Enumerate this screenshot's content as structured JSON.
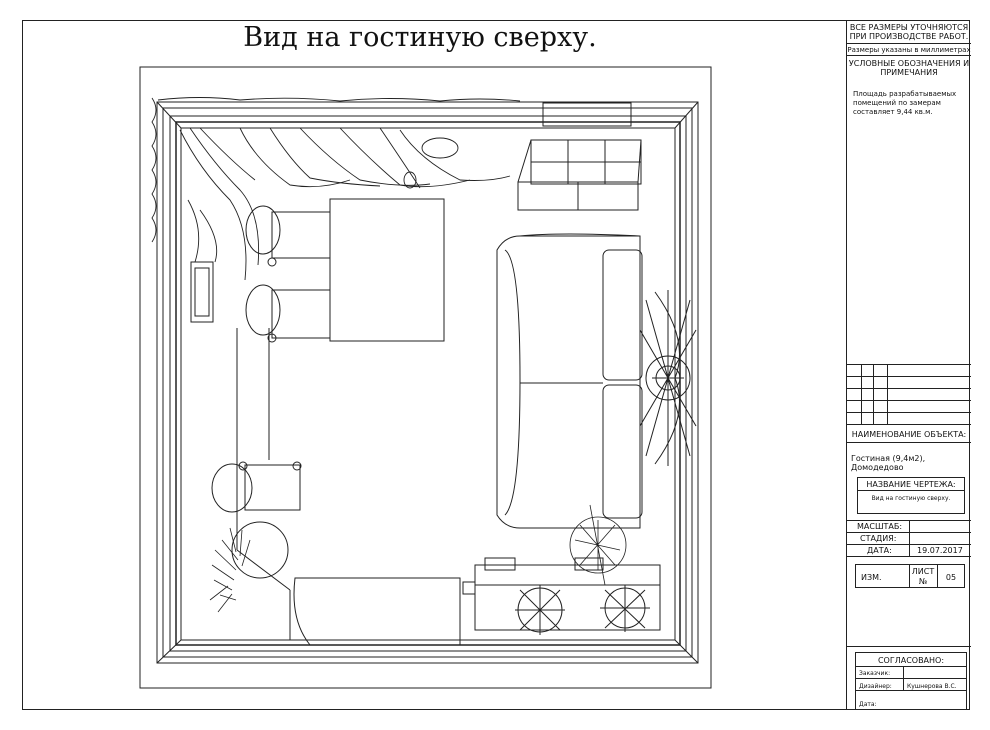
{
  "drawing_title": "Вид на гостиную сверху.",
  "title_block": {
    "note_line1": "ВСЕ РАЗМЕРЫ УТОЧНЯЮТСЯ",
    "note_line2": "ПРИ ПРОИЗВОДСТВЕ РАБОТ.",
    "units_note": "Размеры указаны в миллиметрах",
    "legend_line1": "УСЛОВНЫЕ ОБОЗНАЧЕНИЯ И",
    "legend_line2": "ПРИМЕЧАНИЯ",
    "area_line1": "Площадь разрабатываемых",
    "area_line2": "помещений по замерам",
    "area_line3": "составляет 9,44 кв.м.",
    "object_name_label": "НАИМЕНОВАНИЕ ОБЪЕКТА:",
    "object_name_line1": "Гостиная (9,4м2),",
    "object_name_line2": "Домодедово",
    "drawing_name_label": "НАЗВАНИЕ ЧЕРТЕЖА:",
    "drawing_name_value": "Вид на гостиную сверху.",
    "scale_label": "МАСШТАБ:",
    "stage_label": "СТАДИЯ:",
    "date_label": "ДАТА:",
    "date_value": "19.07.2017",
    "change_label": "ИЗМ.",
    "sheet_label_line1": "ЛИСТ",
    "sheet_label_line2": "№",
    "sheet_value": "05",
    "approved_label": "СОГЛАСОВАНО:",
    "customer_label": "Заказчик:",
    "designer_label": "Дизайнер:",
    "designer_value": "Кушнерова В.С.",
    "date2_label": "Дата:"
  }
}
